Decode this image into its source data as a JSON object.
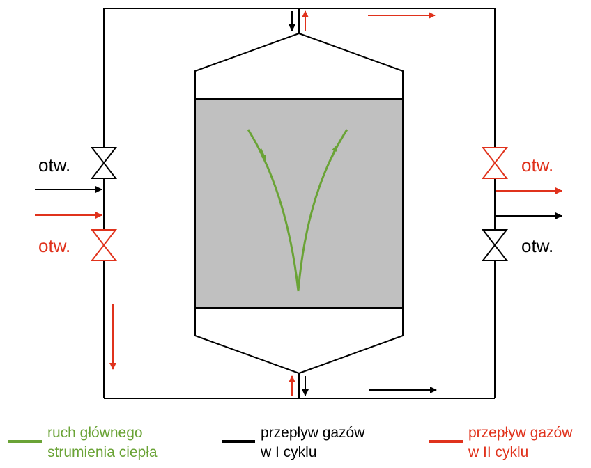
{
  "colors": {
    "black": "#000000",
    "red": "#e0321c",
    "green": "#6aa336",
    "bed_fill": "#c0c0c0"
  },
  "valve_labels": {
    "left_top": "otw.",
    "left_bottom": "otw.",
    "right_top": "otw.",
    "right_bottom": "otw."
  },
  "legend": {
    "heat_flow": {
      "line1": "ruch głównego",
      "line2": "strumienia ciepła",
      "color": "#6aa336"
    },
    "cycle1": {
      "line1": "przepływ gazów",
      "line2": "w I cyklu",
      "color": "#000000"
    },
    "cycle2": {
      "line1": "przepływ gazów",
      "line2": "w II cyklu",
      "color": "#e0321c"
    }
  }
}
